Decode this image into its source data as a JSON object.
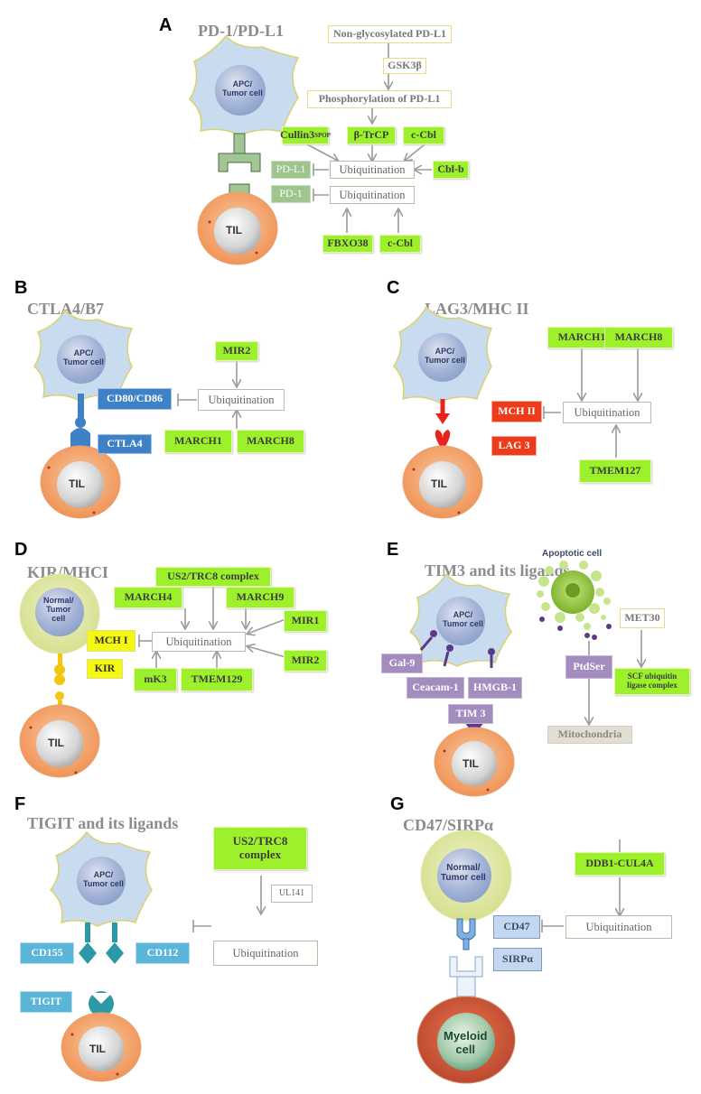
{
  "panel_a": {
    "label": "A",
    "title": "PD-1/PD-L1",
    "cell_top": "APC/\nTumor cell",
    "cell_bottom": "TIL",
    "nonglyco": "Non-glycosylated PD-L1",
    "gsk": "GSK3β",
    "phospho": "Phosphorylation of PD-L1",
    "cullin": "Cullin3",
    "cullin_sup": "SPOP",
    "btrcp": "β-TrCP",
    "ccbl1": "c-Cbl",
    "pdl1": "PD-L1",
    "ubi1": "Ubiquitination",
    "cblb": "Cbl-b",
    "pd1": "PD-1",
    "ubi2": "Ubiquitination",
    "fbxo": "FBXO38",
    "ccbl2": "c-Cbl"
  },
  "panel_b": {
    "label": "B",
    "title": "CTLA4/B7",
    "cell_top": "APC/\nTumor cell",
    "cell_bottom": "TIL",
    "mir2": "MIR2",
    "cd80": "CD80/CD86",
    "ubi": "Ubiquitination",
    "ctla4": "CTLA4",
    "march1": "MARCH1",
    "march8": "MARCH8"
  },
  "panel_c": {
    "label": "C",
    "title": "LAG3/MHC II",
    "cell_top": "APC/\nTumor cell",
    "cell_bottom": "TIL",
    "march1": "MARCH1",
    "march8": "MARCH8",
    "mch2": "MCH II",
    "ubi": "Ubiquitination",
    "lag3": "LAG 3",
    "tmem127": "TMEM127"
  },
  "panel_d": {
    "label": "D",
    "title": "KIR/MHCI",
    "cell_top": "Normal/\nTumor\ncell",
    "cell_bottom": "TIL",
    "us2": "US2/TRC8 complex",
    "march4": "MARCH4",
    "march9": "MARCH9",
    "mir1": "MIR1",
    "mch1": "MCH I",
    "ubi": "Ubiquitination",
    "mir2": "MIR2",
    "kir": "KIR",
    "mk3": "mK3",
    "tmem129": "TMEM129"
  },
  "panel_e": {
    "label": "E",
    "title": "TIM3 and its ligands",
    "cell_top": "APC/\nTumor cell",
    "cell_bottom": "TIL",
    "apoptotic": "Apoptotic cell",
    "met30": "MET30",
    "gal9": "Gal-9",
    "ceacam": "Ceacam-1",
    "hmgb1": "HMGB-1",
    "ptdser": "PtdSer",
    "scf": "SCF ubiquitin\nligase complex",
    "tim3": "TIM 3",
    "mito": "Mitochondria"
  },
  "panel_f": {
    "label": "F",
    "title": "TIGIT and its ligands",
    "cell_top": "APC/\nTumor cell",
    "cell_bottom": "TIL",
    "us2": "US2/TRC8\ncomplex",
    "ul141": "UL141",
    "cd155": "CD155",
    "cd112": "CD112",
    "ubi": "Ubiquitination",
    "tigit": "TIGIT"
  },
  "panel_g": {
    "label": "G",
    "title": "CD47/SIRPα",
    "cell_top": "Normal/\nTumor cell",
    "cell_bottom": "Myeloid\ncell",
    "ddb1": "DDB1-CUL4A",
    "cd47": "CD47",
    "ubi": "Ubiquitination",
    "sirpa": "SIRPα"
  },
  "colors": {
    "ligase_green": "#9cf12a",
    "cd80_blue": "#3f81c6",
    "mhc_red": "#ee3b1c",
    "mhc_yellow": "#f4f70f",
    "tim_purple": "#a48dbe",
    "tigit_cyan": "#5ab5d9",
    "sirp_lightblue": "#c4d7ef",
    "til_orange": "#f5a46a",
    "apc_blue": "#cfe0ef",
    "arrow_grey": "#9a9a9a"
  }
}
